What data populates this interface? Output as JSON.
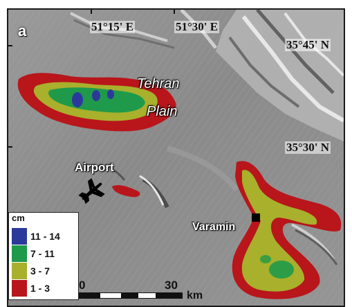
{
  "panel_label": "a",
  "coordinates": {
    "lon1": "51°15' E",
    "lon2": "51°30' E",
    "lat1": "35°45' N",
    "lat2": "35°30' N"
  },
  "places": {
    "tehran_line1": "Tehran",
    "tehran_line2": "Plain",
    "airport": "Airport",
    "varamin": "Varamin"
  },
  "legend": {
    "unit": "cm",
    "classes": [
      {
        "label": "11 - 14",
        "color": "#2b3a9a"
      },
      {
        "label": "7 - 11",
        "color": "#1f9a4a"
      },
      {
        "label": "3 - 7",
        "color": "#a8b02c"
      },
      {
        "label": "1 - 3",
        "color": "#b8161b"
      }
    ]
  },
  "scale": {
    "start": "0",
    "end": "30",
    "unit": "km"
  },
  "colors": {
    "subsidence_red": "#b8161b",
    "subsidence_olive": "#a8b02c",
    "subsidence_green": "#1f9a4a",
    "subsidence_blue": "#2b3a9a",
    "relief_base": "#8c8c8c"
  },
  "icons": {
    "airport": "airplane-icon",
    "varamin": "square-marker-icon"
  }
}
